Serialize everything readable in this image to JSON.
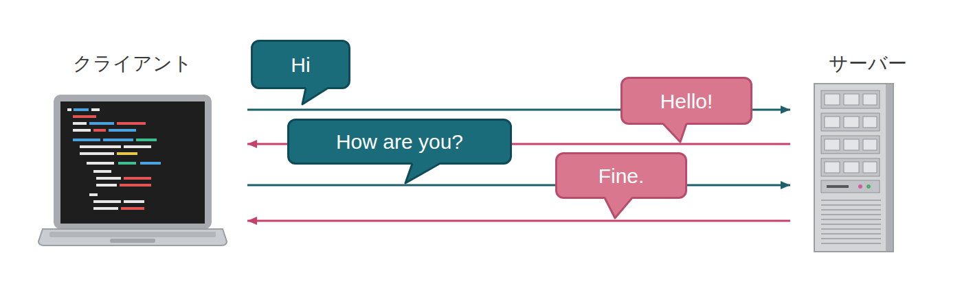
{
  "diagram": {
    "nodes": [
      {
        "text": [
          "クライアント"
        ]
      },
      {
        "text": [
          "サーバー"
        ]
      },
      {
        "text": [
          "Hi"
        ]
      },
      {
        "text": [
          "Hello!"
        ]
      },
      {
        "text": [
          "How are you?"
        ]
      },
      {
        "text": [
          "Fine."
        ]
      }
    ],
    "edges": [
      {
        "from": 0,
        "to": 1,
        "arrow": "to"
      },
      {
        "from": 1,
        "to": 0,
        "arrow": "to"
      },
      {
        "from": 0,
        "to": 1,
        "arrow": "to"
      },
      {
        "from": 1,
        "to": 0,
        "arrow": "to"
      }
    ]
  }
}
